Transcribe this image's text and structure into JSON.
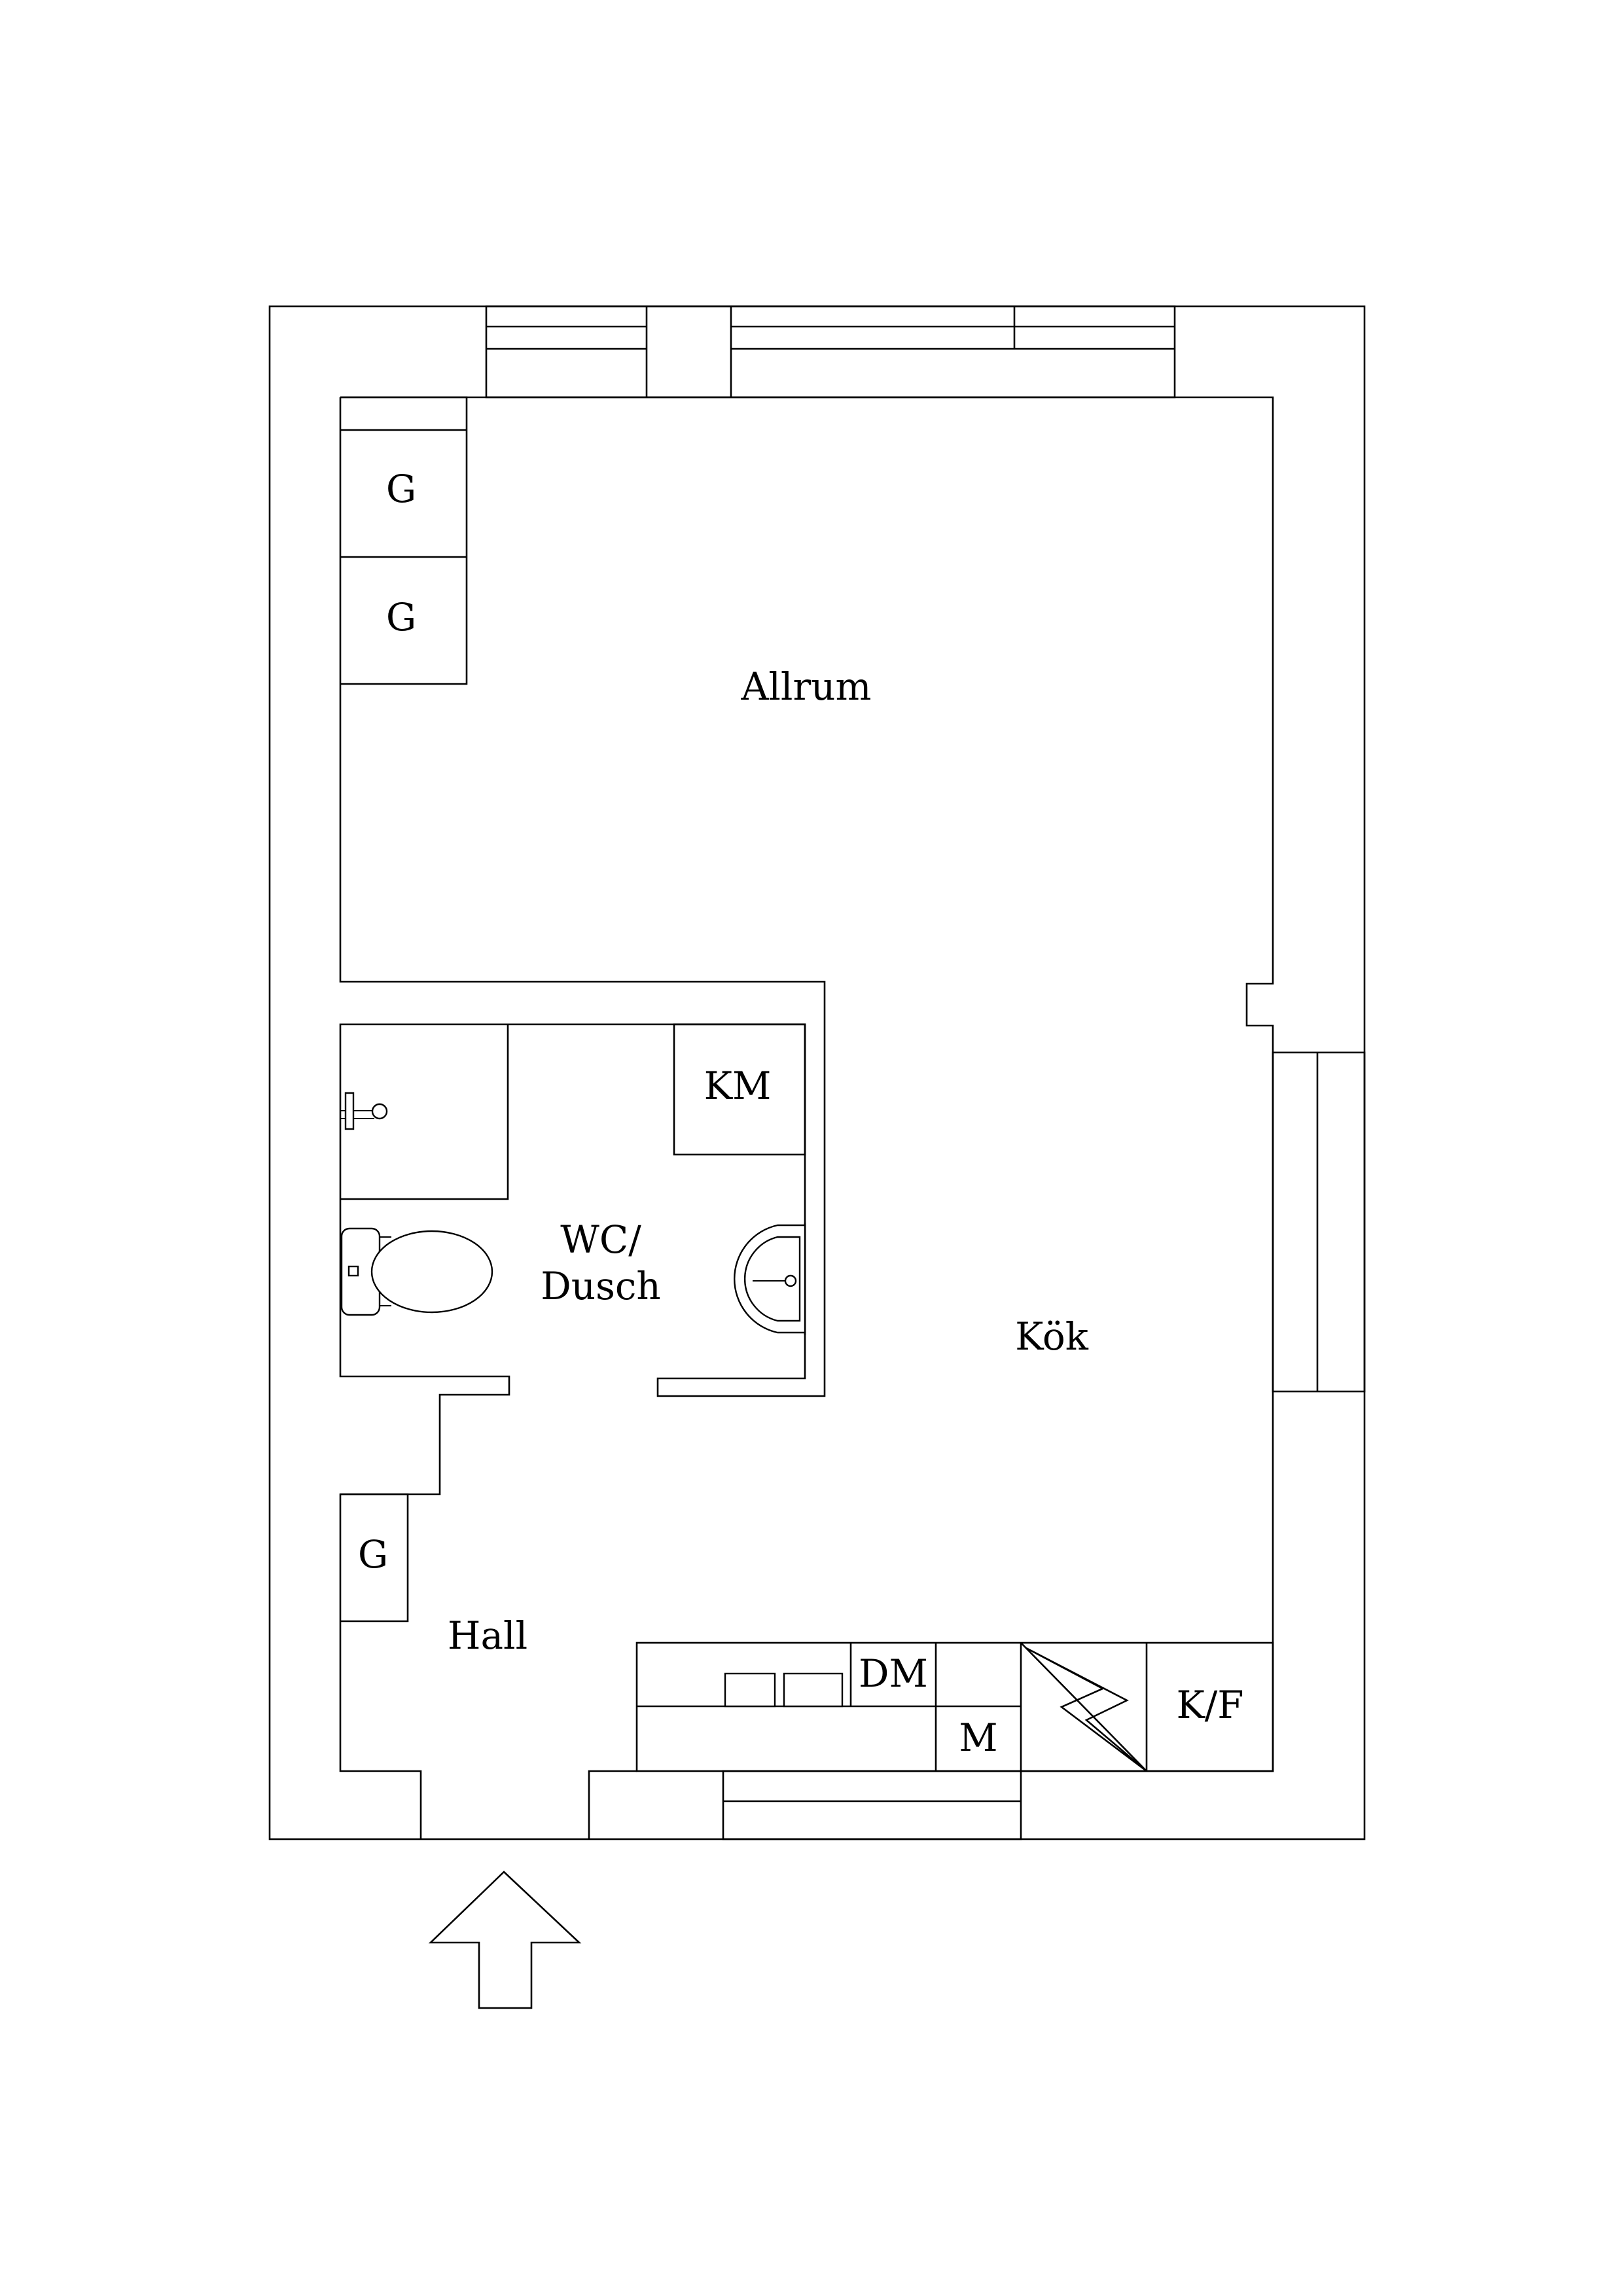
{
  "rooms": {
    "allrum": "Allrum",
    "kok": "Kök",
    "wc_line1": "WC/",
    "wc_line2": "Dusch",
    "hall": "Hall"
  },
  "fixtures": {
    "wardrobe": "G",
    "washing_machine": "KM",
    "dishwasher": "DM",
    "microwave": "M",
    "fridge_freezer": "K/F"
  }
}
